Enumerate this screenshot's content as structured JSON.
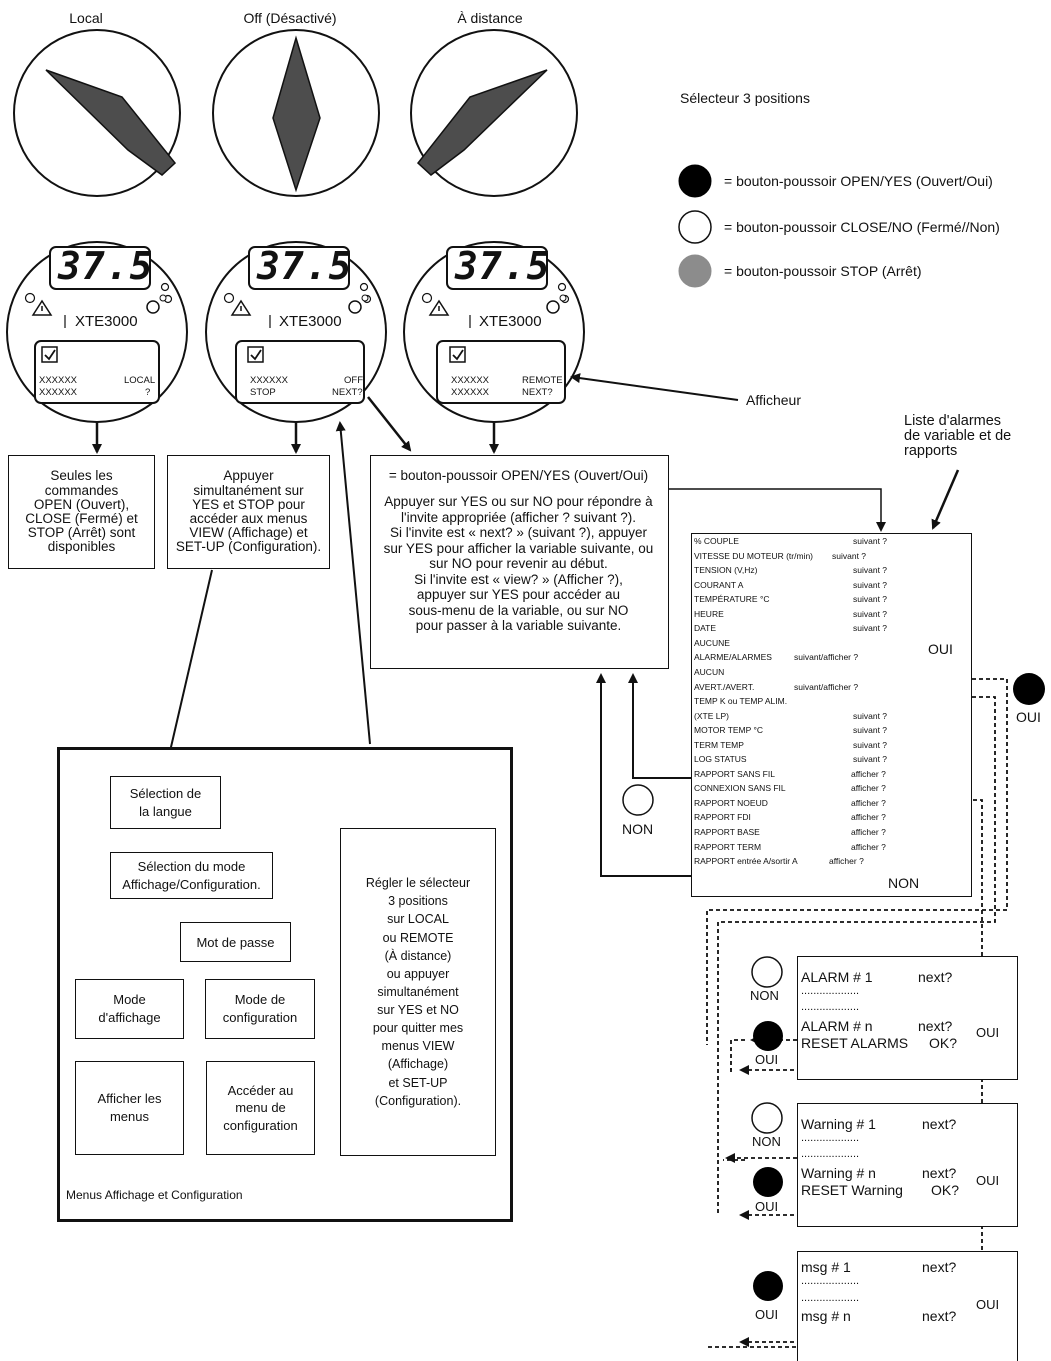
{
  "selector_labels": [
    "Local",
    "Off (Désactivé)",
    "À distance"
  ],
  "legend": {
    "title": "Sélecteur 3 positions",
    "items": [
      {
        "symbol": "black",
        "text": "= bouton-poussoir OPEN/YES (Ouvert/Oui)"
      },
      {
        "symbol": "white",
        "text": "= bouton-poussoir CLOSE/NO (Fermé//Non)"
      },
      {
        "symbol": "gray",
        "text": "= bouton-poussoir STOP (Arrêt)"
      }
    ]
  },
  "colors": {
    "black_button": "#000000",
    "white_button": "#ffffff",
    "gray_button": "#8c8c8c"
  },
  "display": {
    "value": "37.5",
    "model": "XTE3000",
    "screens": [
      {
        "line1_left": "XXXXXX",
        "line1_right": "LOCAL",
        "line2_left": "XXXXXX",
        "line2_right": "?"
      },
      {
        "line1_left": "XXXXXX",
        "line1_right": "OFF",
        "line2_left": "STOP",
        "line2_right": "NEXT?"
      },
      {
        "line1_left": "XXXXXX",
        "line1_right": "REMOTE",
        "line2_left": "XXXXXX",
        "line2_right": "NEXT?"
      }
    ]
  },
  "afficheur_label": "Afficheur",
  "box_local": "Seules les\ncommandes\nOPEN (Ouvert),\nCLOSE (Fermé) et\nSTOP (Arrêt) sont\ndisponibles",
  "box_off": "Appuyer\nsimultanément sur\nYES et STOP pour\naccéder aux menus\nVIEW (Affichage) et\nSET-UP (Configuration).",
  "box_remote": {
    "title": "= bouton-poussoir OPEN/YES (Ouvert/Oui)",
    "body": "Appuyer sur YES ou sur NO pour répondre à\nl'invite appropriée (afficher ? suivant ?).\nSi l'invite est « next? » (suivant ?), appuyer\nsur YES pour afficher la variable suivante, ou\nsur NO pour revenir au début.\nSi l'invite est « view? » (Afficher ?),\nappuyer sur YES pour accéder au\nsous-menu de la variable, ou sur NO\npour passer à la variable suivante."
  },
  "list_title": "Liste d'alarmes\nde variable et de\nrapports",
  "variable_list": [
    {
      "label": "% COUPLE",
      "action": "suivant ?"
    },
    {
      "label": "VITESSE DU MOTEUR (tr/min)",
      "action": "suivant ?"
    },
    {
      "label": "TENSION (V,Hz)",
      "action": "suivant ?"
    },
    {
      "label": "COURANT A",
      "action": "suivant ?"
    },
    {
      "label": "TEMPÉRATURE °C",
      "action": "suivant ?"
    },
    {
      "label": "HEURE",
      "action": "suivant ?"
    },
    {
      "label": "DATE",
      "action": "suivant ?"
    },
    {
      "label": "AUCUNE",
      "action": ""
    },
    {
      "label": "ALARME/ALARMES",
      "action": "suivant/afficher ?"
    },
    {
      "label": "AUCUN",
      "action": ""
    },
    {
      "label": "AVERT./AVERT.",
      "action": "suivant/afficher ?"
    },
    {
      "label": "TEMP K ou TEMP ALIM.",
      "action": ""
    },
    {
      "label": "(XTE LP)",
      "action": "suivant ?"
    },
    {
      "label": "MOTOR TEMP °C",
      "action": "suivant ?"
    },
    {
      "label": "TERM TEMP",
      "action": "suivant ?"
    },
    {
      "label": "LOG STATUS",
      "action": "suivant ?"
    },
    {
      "label": "RAPPORT SANS FIL",
      "action": "afficher ?"
    },
    {
      "label": "CONNEXION SANS FIL",
      "action": "afficher ?"
    },
    {
      "label": "RAPPORT NOEUD",
      "action": "afficher ?"
    },
    {
      "label": "RAPPORT FDI",
      "action": "afficher ?"
    },
    {
      "label": "RAPPORT BASE",
      "action": "afficher ?"
    },
    {
      "label": "RAPPORT TERM",
      "action": "afficher ?"
    },
    {
      "label": "RAPPORT entrée A/sortir A",
      "action": "afficher ?"
    }
  ],
  "oui": "OUI",
  "non": "NON",
  "menu_flow": {
    "lang": "Sélection de\nla langue",
    "mode_select": "Sélection du mode\nAffichage/Configuration.",
    "password": "Mot de passe",
    "view_mode": "Mode\nd'affichage",
    "setup_mode": "Mode de\nconfiguration",
    "view_menus": "Afficher les\nmenus",
    "setup_menu": "Accéder au\nmenu de\nconfiguration",
    "exit": "Régler le sélecteur\n3 positions\nsur LOCAL\nou REMOTE\n(À distance)\nou appuyer\nsimultanément\nsur YES et NO\npour quitter mes\nmenus VIEW\n(Affichage)\net SET-UP\n(Configuration).",
    "caption": "Menus Affichage et Configuration"
  },
  "sub_alarm": {
    "first": "ALARM # 1",
    "dots": "...................",
    "last": "ALARM # n",
    "reset": "RESET ALARMS",
    "next": "next?",
    "ok": "OK?"
  },
  "sub_warning": {
    "first": "Warning # 1",
    "dots": "...................",
    "last": "Warning # n",
    "reset": "RESET Warning",
    "next": "next?",
    "ok": "OK?"
  },
  "sub_msg": {
    "first": "msg # 1",
    "dots": "...................",
    "last": "msg # n",
    "next": "next?"
  }
}
